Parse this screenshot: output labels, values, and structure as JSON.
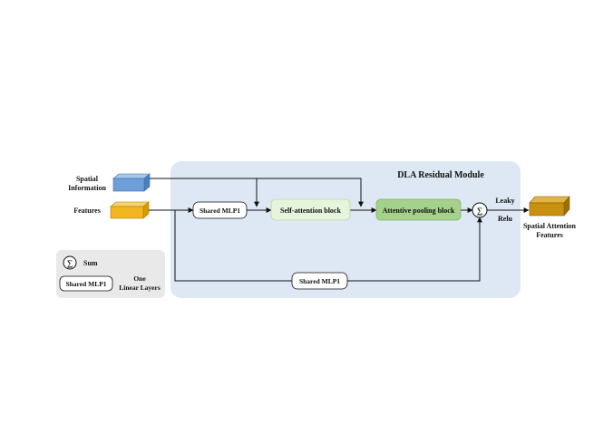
{
  "module": {
    "title": "DLA Residual Module"
  },
  "inputs": {
    "spatial_information": [
      "Spatial",
      "Information"
    ],
    "features": "Features"
  },
  "blocks": {
    "shared_mlp_top": "Shared MLP1",
    "self_attention": "Self-attention block",
    "attentive_pooling": "Attentive pooling block",
    "shared_mlp_bottom": "Shared MLP1"
  },
  "sum_symbol": "∑",
  "activation": {
    "line1": "Leaky",
    "line2": "Relu"
  },
  "output": {
    "label": [
      "Spatial Attention",
      "Features"
    ]
  },
  "legend": {
    "sum_label": "Sum",
    "mlp_label": "Shared MLP1",
    "mlp_desc": [
      "One",
      "Linear Layers"
    ]
  },
  "colors": {
    "module_bg": "#dde8f4",
    "legend_bg": "#e9e9e9",
    "self_attention_fill": "#e6f4dc",
    "attentive_pooling_fill": "#a5d18a",
    "spatial_cube": "#6f9fd8",
    "features_cube": "#f2b61f",
    "output_cube": "#c8900c"
  }
}
